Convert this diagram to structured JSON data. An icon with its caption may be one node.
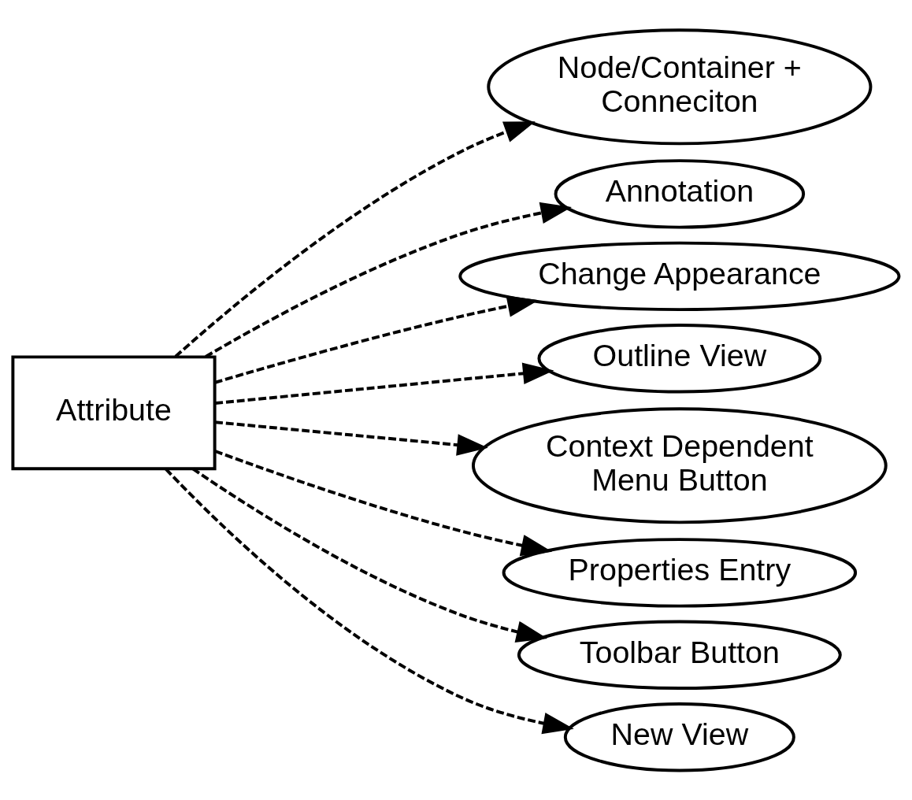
{
  "diagram": {
    "nodes": [
      {
        "text": [
          "Attribute"
        ]
      },
      {
        "text": [
          "Node/Container + Conneciton"
        ]
      },
      {
        "text": [
          "Annotation"
        ]
      },
      {
        "text": [
          "Change Appearance"
        ]
      },
      {
        "text": [
          "Outline View"
        ]
      },
      {
        "text": [
          "Context Dependent Menu Button"
        ]
      },
      {
        "text": [
          "Properties Entry"
        ]
      },
      {
        "text": [
          "Toolbar Button"
        ]
      },
      {
        "text": [
          "New View"
        ]
      }
    ],
    "edges": [
      {
        "from": 0,
        "to": 1,
        "arrow": "to",
        "style": "dashed"
      },
      {
        "from": 0,
        "to": 2,
        "arrow": "to",
        "style": "dashed"
      },
      {
        "from": 0,
        "to": 3,
        "arrow": "to",
        "style": "dashed"
      },
      {
        "from": 0,
        "to": 4,
        "arrow": "to",
        "style": "dashed"
      },
      {
        "from": 0,
        "to": 5,
        "arrow": "to",
        "style": "dashed"
      },
      {
        "from": 0,
        "to": 6,
        "arrow": "to",
        "style": "dashed"
      },
      {
        "from": 0,
        "to": 7,
        "arrow": "to",
        "style": "dashed"
      },
      {
        "from": 0,
        "to": 8,
        "arrow": "to",
        "style": "dashed"
      }
    ]
  }
}
